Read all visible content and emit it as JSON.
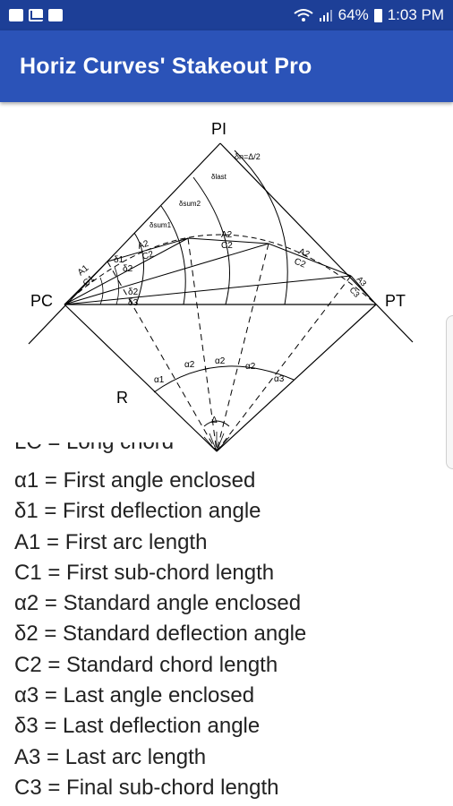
{
  "status_bar": {
    "left_icons": [
      "facebook-icon",
      "mail-icon",
      "gallery-icon"
    ],
    "battery": "64%",
    "time": "1:03 PM"
  },
  "app_bar": {
    "title": "Horiz Curves' Stakeout Pro"
  },
  "diagram": {
    "labels": {
      "pi": "PI",
      "pc": "PC",
      "pt": "PT",
      "r": "R",
      "delta_n": "δn=Δ/2",
      "delta_last": "δlast",
      "delta_sum2": "δsum2",
      "delta_sum1": "δsum1",
      "a1": "A1",
      "a2": "A2",
      "a3": "A3",
      "c1": "C1",
      "c2": "C2",
      "c3": "C3",
      "d1": "δ1",
      "d2": "δ2",
      "d3": "δ3",
      "alpha1": "α1",
      "alpha2": "α2",
      "alpha3": "α3",
      "delta": "Δ"
    }
  },
  "legend": {
    "partial": "LC = Long chord",
    "items": [
      "α1 = First angle enclosed",
      "δ1 = First deflection angle",
      "A1 = First arc length",
      "C1 = First sub-chord length",
      "α2 = Standard angle enclosed",
      "δ2 = Standard deflection angle",
      "C2 = Standard chord length",
      "α3 = Last angle enclosed",
      "δ3 = Last deflection angle",
      "A3 = Last arc length",
      "C3 = Final sub-chord length"
    ]
  }
}
